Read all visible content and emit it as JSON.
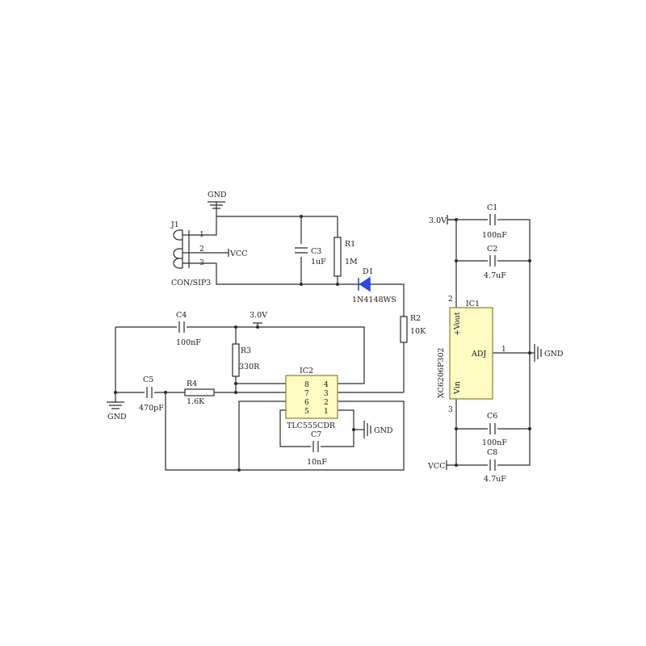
{
  "colors": {
    "wire": "#2a2a2a",
    "ic_body": "#fffbc2",
    "ic_border": "#8c7e37",
    "diode": "#2d49e0",
    "background": "#ffffff"
  },
  "j1": {
    "ref": "J1",
    "name": "CON/SIP3",
    "pins": [
      "1",
      "2",
      "3"
    ]
  },
  "labels": {
    "gnd": "GND",
    "vcc": "VCC",
    "v3": "3.0V"
  },
  "c1": {
    "ref": "C1",
    "value": "100nF"
  },
  "c2": {
    "ref": "C2",
    "value": "4.7uF"
  },
  "c3": {
    "ref": "C3",
    "value": "1uF"
  },
  "c4": {
    "ref": "C4",
    "value": "100nF"
  },
  "c5": {
    "ref": "C5",
    "value": "470pF"
  },
  "c6": {
    "ref": "C6",
    "value": "100nF"
  },
  "c7": {
    "ref": "C7",
    "value": "10nF"
  },
  "c8": {
    "ref": "C8",
    "value": "4.7uF"
  },
  "r1": {
    "ref": "R1",
    "value": "1M"
  },
  "r2": {
    "ref": "R2",
    "value": "10K"
  },
  "r3": {
    "ref": "R3",
    "value": "330R"
  },
  "r4": {
    "ref": "R4",
    "value": "1.6K"
  },
  "d1": {
    "ref": "D1",
    "value": "1N4148WS"
  },
  "ic1": {
    "ref": "IC1",
    "name": "XC6206P302",
    "vout": "+Vout",
    "vin": "Vin",
    "adj": "ADJ",
    "pins": [
      "2",
      "1",
      "3"
    ]
  },
  "ic2": {
    "ref": "IC2",
    "name": "TLC555CDR",
    "pins_left": [
      "8",
      "7",
      "6",
      "5"
    ],
    "pins_right": [
      "4",
      "3",
      "2",
      "1"
    ]
  }
}
